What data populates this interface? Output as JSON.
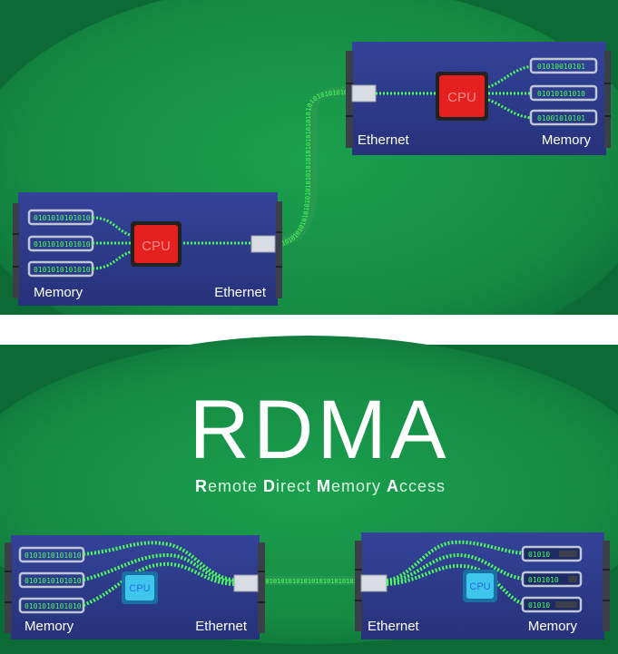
{
  "colors": {
    "background_dark": "#0c6b34",
    "background_light": "#1aa04e",
    "server": "#2c3a8c",
    "cpu_traditional": "#e5211f",
    "cpu_rdma": "#3fc6ef",
    "data_bits": "#4dff5a",
    "divider": "#ffffff"
  },
  "top": {
    "server_left": {
      "memory_label": "Memory",
      "ethernet_label": "Ethernet",
      "cpu_label": "CPU",
      "memory_modules": [
        "0101010101010",
        "0101010101010",
        "0101010101010"
      ]
    },
    "server_right": {
      "memory_label": "Memory",
      "ethernet_label": "Ethernet",
      "cpu_label": "CPU",
      "memory_modules": [
        "01010010101",
        "01010101010",
        "01001010101"
      ]
    },
    "stream_bits": "0101010101010101010101010101010101010101010101010101010101010101"
  },
  "bottom": {
    "title": "RDMA",
    "subtitle": {
      "words": [
        {
          "initial": "R",
          "rest": "emote"
        },
        {
          "initial": "D",
          "rest": "irect"
        },
        {
          "initial": "M",
          "rest": "emory"
        },
        {
          "initial": "A",
          "rest": "ccess"
        }
      ]
    },
    "server_left": {
      "memory_label": "Memory",
      "ethernet_label": "Ethernet",
      "cpu_label": "CPU",
      "memory_modules": [
        "0101010101010",
        "0101010101010",
        "0101010101010"
      ]
    },
    "server_right": {
      "memory_label": "Memory",
      "ethernet_label": "Ethernet",
      "cpu_label": "CPU",
      "memory_modules": [
        "01010",
        "0101010",
        "01010"
      ]
    },
    "stream_bits": "0101010101010101010101010101010101010101010101010101010101010101"
  }
}
